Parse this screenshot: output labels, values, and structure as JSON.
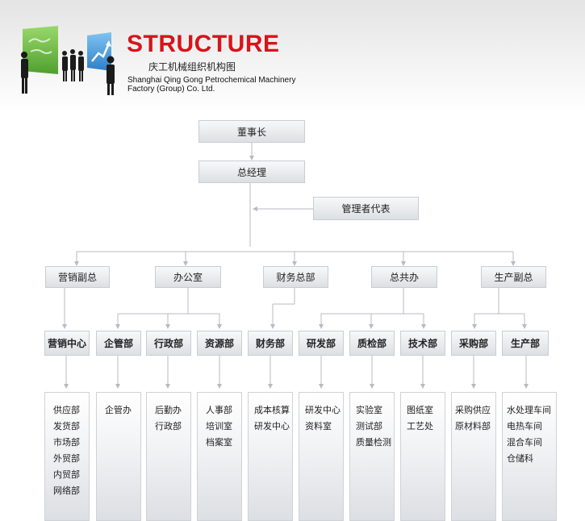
{
  "header": {
    "title": "STRUCTURE",
    "subtitle_cn": "庆工机械组织机构图",
    "subtitle_en": "Shanghai Qing Gong Petrochemical Machinery Factory (Group) Co. Ltd."
  },
  "colors": {
    "title_red": "#d7141a",
    "logo_green": "#5fb23a",
    "logo_blue": "#3a8fd6",
    "connector_gray": "#b7bbc0"
  },
  "chart": {
    "chairman": "董事长",
    "general_manager": "总经理",
    "management_representative": "管理者代表",
    "divisions": [
      {
        "label": "营销副总"
      },
      {
        "label": "办公室"
      },
      {
        "label": "财务总部"
      },
      {
        "label": "总共办"
      },
      {
        "label": "生产副总"
      }
    ],
    "departments": [
      {
        "label": "营销中心",
        "items": [
          "供应部",
          "发货部",
          "市场部",
          "外贸部",
          "内贸部",
          "网络部"
        ]
      },
      {
        "label": "企管部",
        "items": [
          "企管办"
        ]
      },
      {
        "label": "行政部",
        "items": [
          "后勤办",
          "行政部"
        ]
      },
      {
        "label": "资源部",
        "items": [
          "人事部",
          "培训室",
          "档案室"
        ]
      },
      {
        "label": "财务部",
        "items": [
          "成本核算",
          "研发中心"
        ]
      },
      {
        "label": "研发部",
        "items": [
          "研发中心",
          "资料室"
        ]
      },
      {
        "label": "质检部",
        "items": [
          "实验室",
          "测试部",
          "质量检测"
        ]
      },
      {
        "label": "技术部",
        "items": [
          "图纸室",
          "工艺处"
        ]
      },
      {
        "label": "采购部",
        "items": [
          "采购供应",
          "原材料部"
        ]
      },
      {
        "label": "生产部",
        "items": [
          "水处理车间",
          "电热车间",
          "混合车间",
          "仓储科"
        ]
      }
    ]
  }
}
